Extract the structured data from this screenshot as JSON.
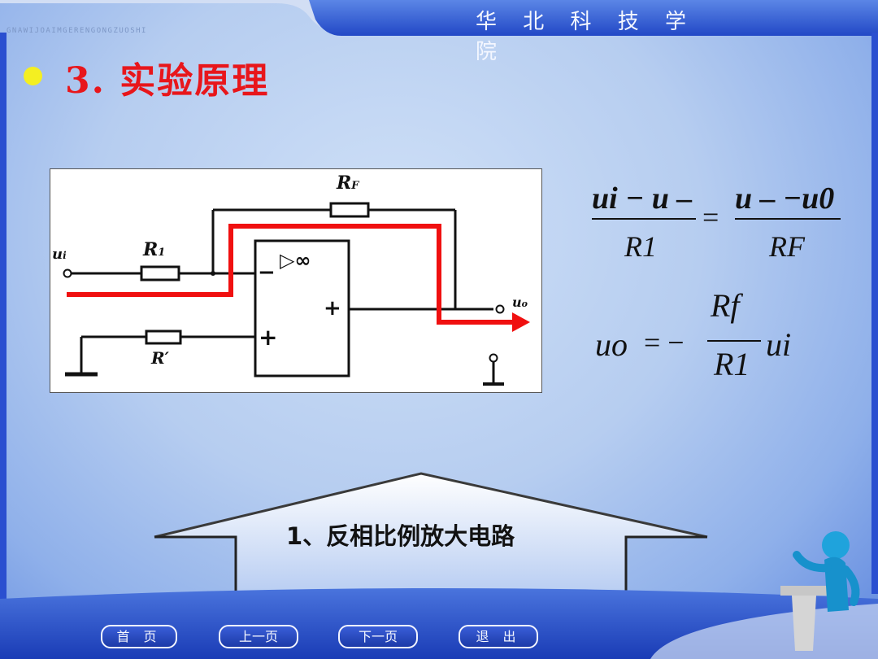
{
  "header": {
    "school_name": "华 北 科 技 学 院",
    "tagline": "GNAWIJOAIMGERENGONGZUOSHI"
  },
  "slide": {
    "heading": "3. 实验原理",
    "banner_text": "1、反相比例放大电路"
  },
  "circuit": {
    "label_rf": "R",
    "label_rf_sub": "F",
    "label_r1": "R",
    "label_r1_sub": "1",
    "label_rprime": "R′",
    "label_ui": "u",
    "label_ui_sub": "i",
    "label_uo": "u",
    "label_uo_sub": "o",
    "opamp_symbol": "▷∞",
    "minus": "−",
    "plus": "+"
  },
  "formula1": {
    "num_left": "ui − u –",
    "den_left": "R1",
    "equals": "=",
    "num_right": "u – −u0",
    "den_right": "RF"
  },
  "formula2": {
    "lhs": "uo",
    "eq": "= −",
    "num": "Rf",
    "den": "R1",
    "rhs": "ui"
  },
  "nav": {
    "home": "首 页",
    "prev": "上一页",
    "next": "下一页",
    "exit": "退 出"
  },
  "colors": {
    "heading": "#e8161b",
    "signal_path": "#f01010",
    "bullet": "#f4ef21",
    "frame": "#1b3fc4"
  }
}
